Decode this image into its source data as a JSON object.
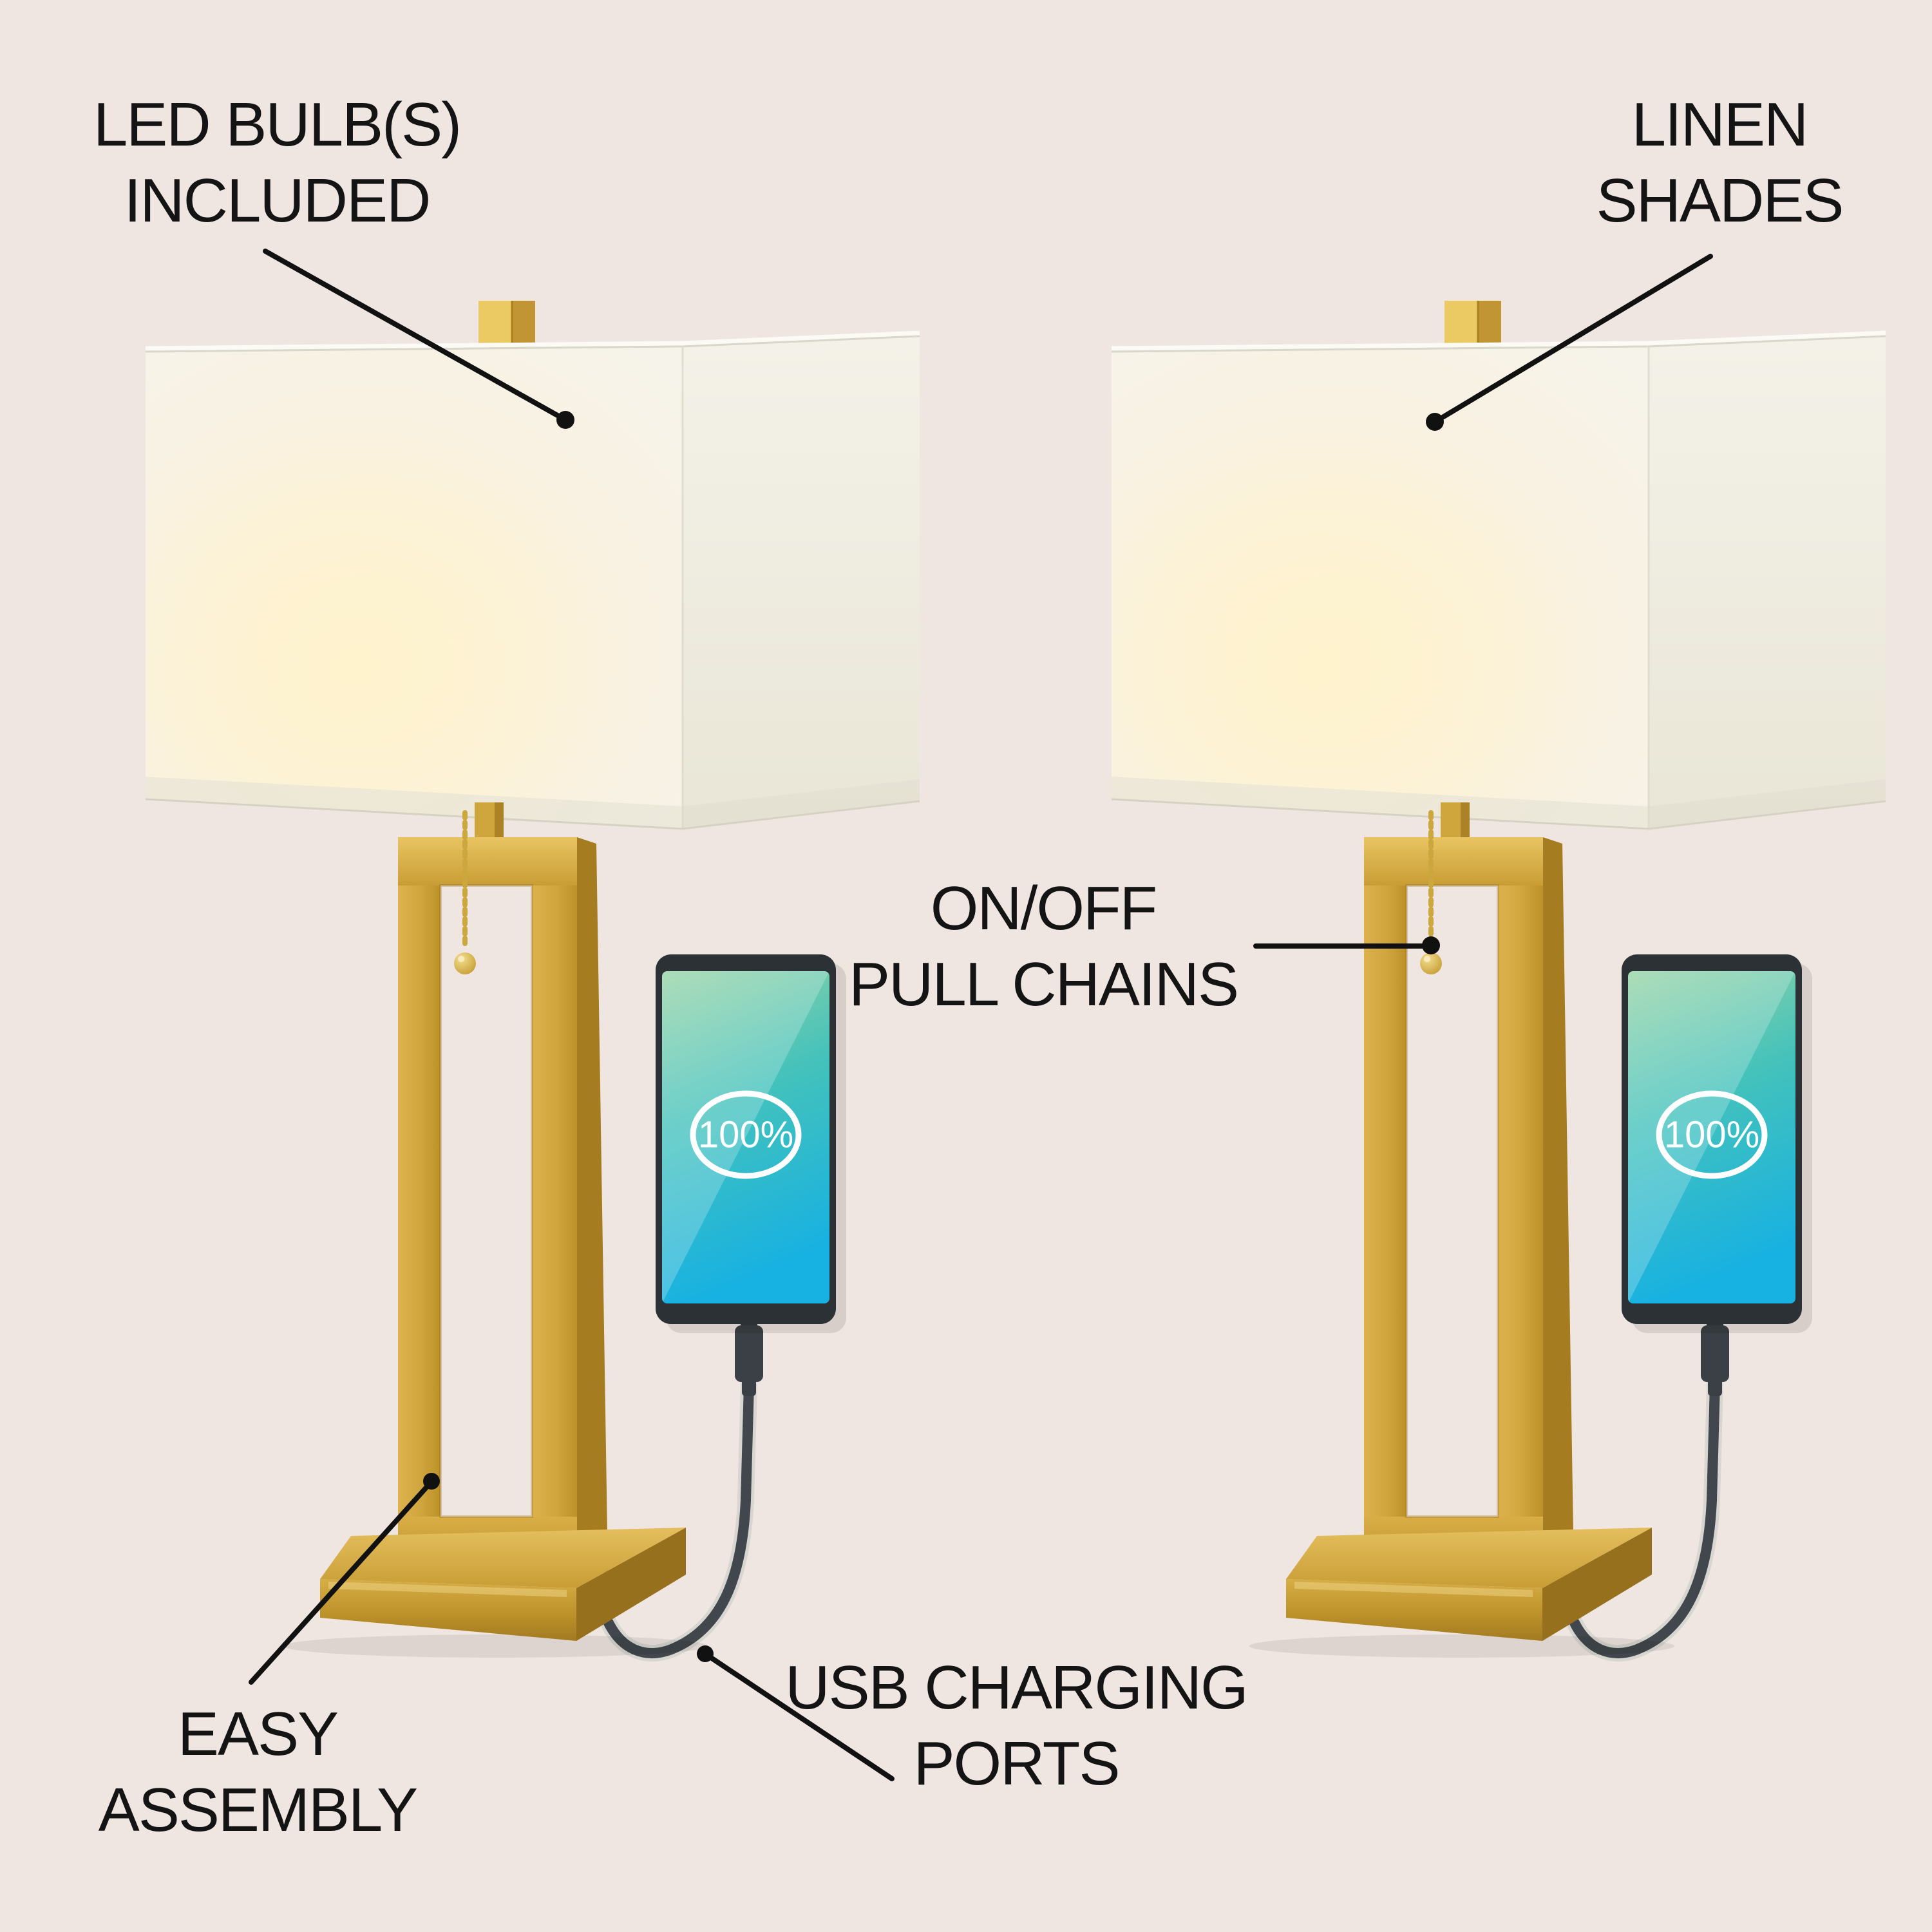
{
  "background_color": "#f0e6e1",
  "annotations": {
    "led_bulbs_included": {
      "line1": "LED BULB(S)",
      "line2": "INCLUDED"
    },
    "linen_shades": {
      "line1": "LINEN",
      "line2": "SHADES"
    },
    "on_off_pull_chains": {
      "line1": "ON/OFF",
      "line2": "PULL CHAINS"
    },
    "easy_assembly": {
      "line1": "EASY",
      "line2": "ASSEMBLY"
    },
    "usb_charging_ports": {
      "line1": "USB CHARGING",
      "line2": "PORTS"
    }
  },
  "phones": {
    "battery_percent": "100%"
  },
  "colors": {
    "label_text": "#141414",
    "leader_line": "#111111",
    "brass_gold": "#c9a03a",
    "shade_white": "#f7f3e9",
    "screen_teal_top": "#96d3a4",
    "screen_teal_bottom": "#17b1e2",
    "phone_body": "#2c3136",
    "cable_gray": "#42474d"
  }
}
